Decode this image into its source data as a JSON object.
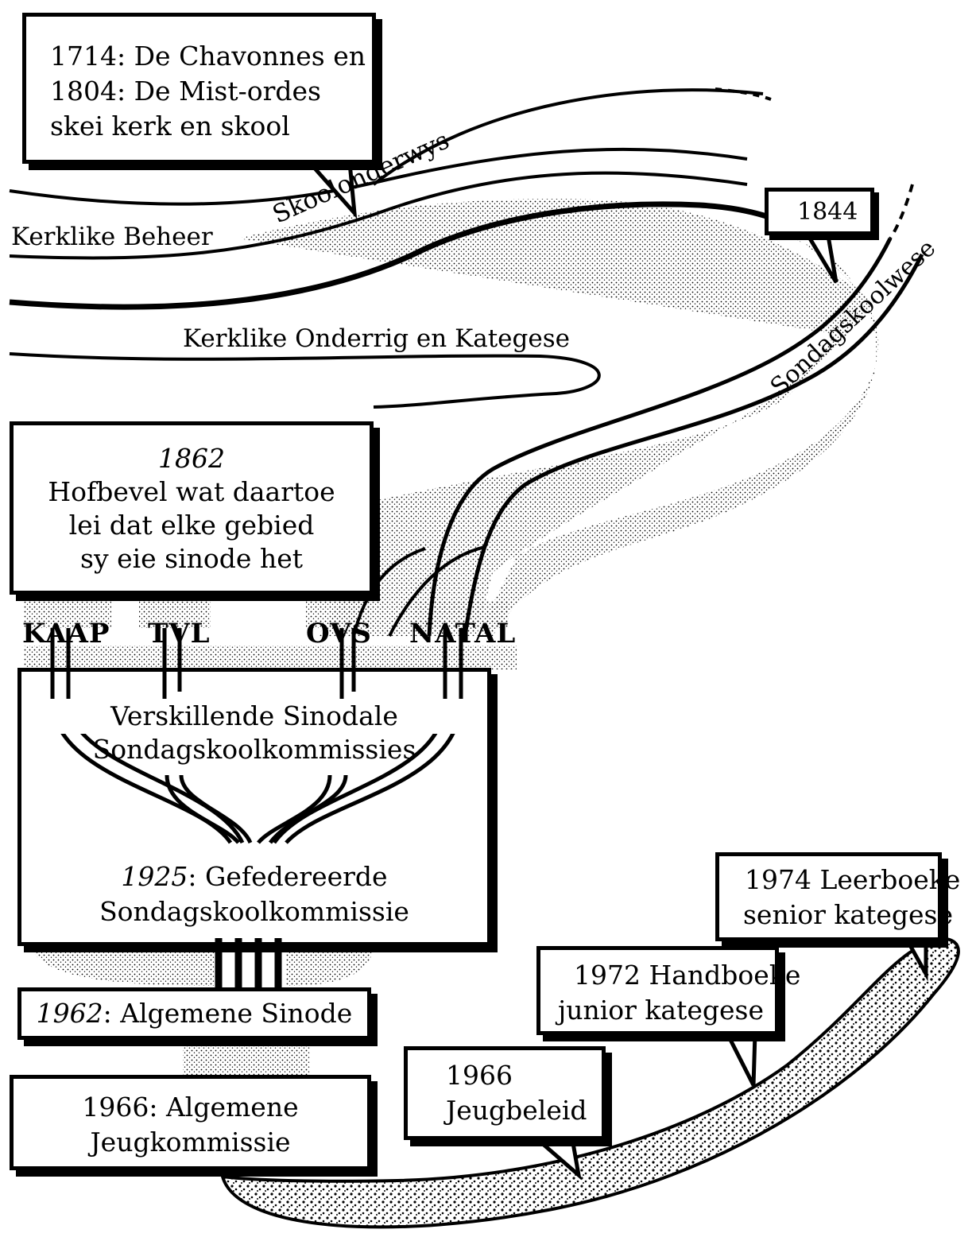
{
  "callout_1714": {
    "line1": "1714: De Chavonnes en",
    "line2": "1804: De Mist-ordes",
    "line3": "skei kerk en skool"
  },
  "callout_1844": "1844",
  "stream_labels": {
    "kerklike_beheer": "Kerklike Beheer",
    "skoolonderwys": "Skoolonderwys",
    "kerklike_onderrig": "Kerklike Onderrig en Kategese",
    "sondagskoolwese": "Sondagskoolwese"
  },
  "box_1862": {
    "year": "1862",
    "line1": "Hofbevel wat daartoe",
    "line2": "lei dat elke gebied",
    "line3": "sy eie sinode het"
  },
  "regions": [
    "KAAP",
    "TVL",
    "OVS",
    "NATAL"
  ],
  "synodal_box": {
    "line1": "Verskillende Sinodale",
    "line2": "Sondagskoolkommissies",
    "year_1925": "1925",
    "line3": " Gefedereerde",
    "line4": "Sondagskoolkommissie"
  },
  "box_1962": {
    "year": "1962",
    "text": " Algemene Sinode"
  },
  "box_1966_comm": {
    "line1": "1966: Algemene",
    "line2": "Jeugkommissie"
  },
  "callout_1966": {
    "line1": "1966",
    "line2": "Jeugbeleid"
  },
  "callout_1972": {
    "line1": "1972 Handboeke",
    "line2": "junior kategese"
  },
  "callout_1974": {
    "line1": "1974 Leerboeke",
    "line2": "senior kategese"
  }
}
